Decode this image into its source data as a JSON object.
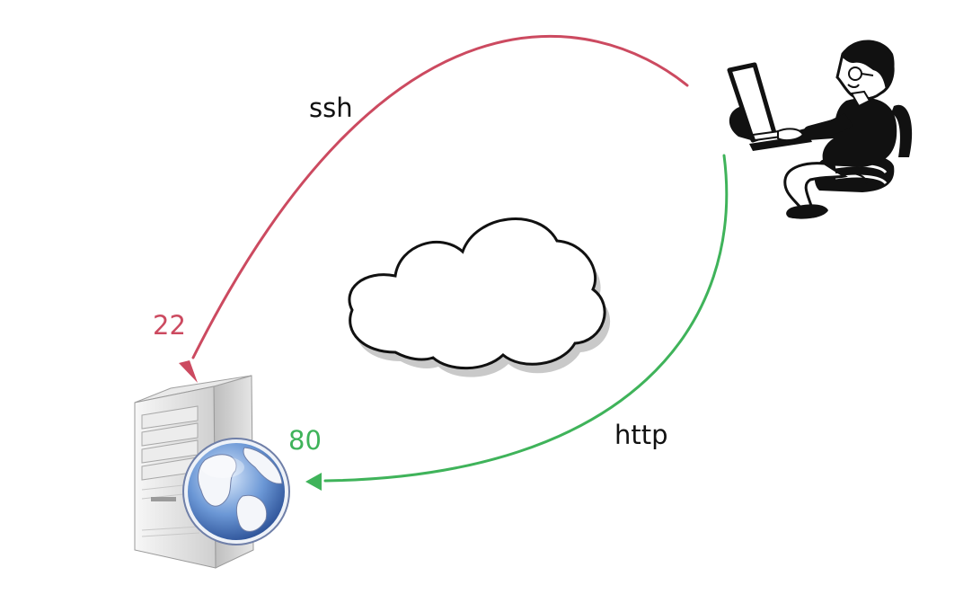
{
  "connections": {
    "ssh": {
      "label": "ssh",
      "port": "22",
      "color": "#cc4a60"
    },
    "http": {
      "label": "http",
      "port": "80",
      "color": "#3fb35a"
    }
  },
  "nodes": {
    "client": {
      "icon": "person-at-computer-icon"
    },
    "internet": {
      "icon": "cloud-icon"
    },
    "server": {
      "icon": "web-server-icon"
    }
  }
}
